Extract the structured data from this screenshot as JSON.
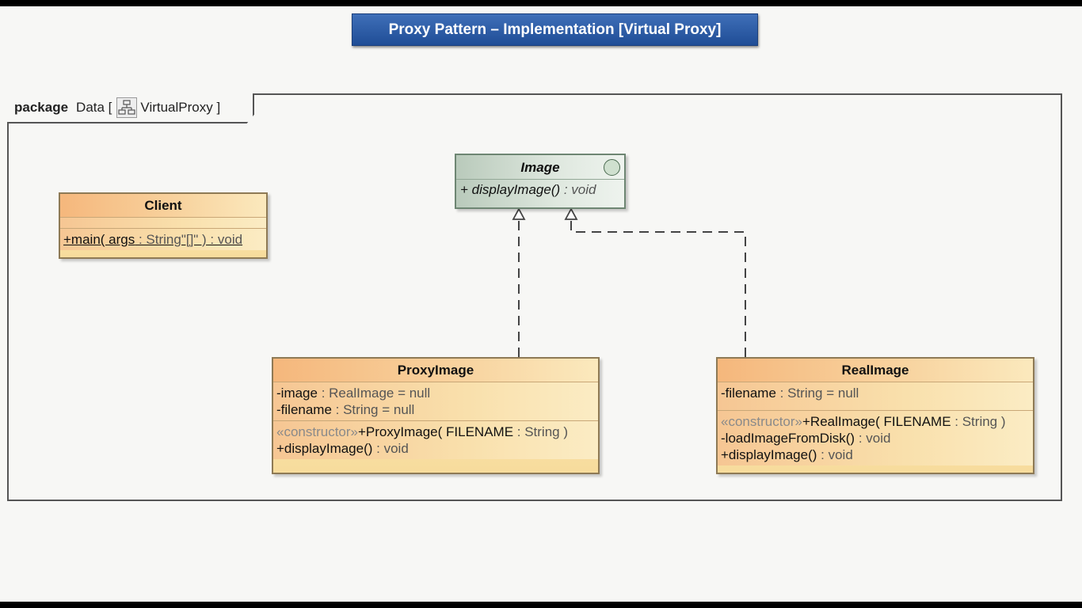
{
  "title": "Proxy Pattern – Implementation [Virtual Proxy]",
  "package": {
    "keyword": "package",
    "name": "Data [",
    "diagram": "VirtualProxy ]"
  },
  "interface_image": {
    "name": "Image",
    "operation": "+ displayImage()",
    "operation_type": " : void"
  },
  "class_client": {
    "name": "Client",
    "op1_name": "+main( args",
    "op1_type": " : String\"[]\" ) : void"
  },
  "class_proxy": {
    "name": "ProxyImage",
    "attr1_name": "-image",
    "attr1_type": " : RealImage = null",
    "attr2_name": "-filename",
    "attr2_type": " : String = null",
    "stereotype": "«constructor»",
    "op1_name": "+ProxyImage( FILENAME",
    "op1_type": " : String )",
    "op2_name": "+displayImage()",
    "op2_type": " : void"
  },
  "class_real": {
    "name": "RealImage",
    "attr1_name": "-filename",
    "attr1_type": " : String = null",
    "stereotype": "«constructor»",
    "op1_name": "+RealImage( FILENAME",
    "op1_type": " : String )",
    "op2_name": "-loadImageFromDisk()",
    "op2_type": " : void",
    "op3_name": "+displayImage()",
    "op3_type": " : void"
  }
}
